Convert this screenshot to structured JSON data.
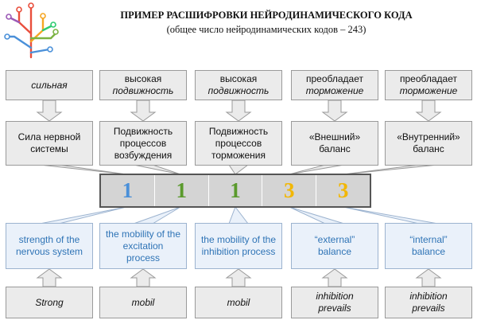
{
  "header": {
    "title": "ПРИМЕР РАСШИФРОВКИ НЕЙРОДИНАМИЧЕСКОГО КОДА",
    "subtitle": "(общее число нейродинамических кодов – 243)"
  },
  "logo": {
    "icon": "neuron-tree-icon"
  },
  "code": {
    "digits": [
      {
        "value": "1",
        "color": "#4a90d9"
      },
      {
        "value": "1",
        "color": "#5a9a2c"
      },
      {
        "value": "1",
        "color": "#5a9a2c"
      },
      {
        "value": "3",
        "color": "#f2b705"
      },
      {
        "value": "3",
        "color": "#f2b705"
      }
    ]
  },
  "top_values": [
    {
      "line1": "сильная",
      "line2": ""
    },
    {
      "line1": "высокая",
      "line2": "подвижность"
    },
    {
      "line1": "высокая",
      "line2": "подвижность"
    },
    {
      "line1": "преобладает",
      "line2": "торможение"
    },
    {
      "line1": "преобладает",
      "line2": "торможение"
    }
  ],
  "ru_properties": [
    "Сила нервной системы",
    "Подвижность процессов возбуждения",
    "Подвижность процессов торможения",
    "«Внешний» баланс",
    "«Внутренний» баланс"
  ],
  "en_properties": [
    "strength of the nervous system",
    "the mobility of the excitation process",
    "the mobility of the inhibition process",
    "“external” balance",
    "“internal” balance"
  ],
  "en_values": [
    "Strong",
    "mobil",
    "mobil",
    "inhibition prevails",
    "inhibition prevails"
  ]
}
